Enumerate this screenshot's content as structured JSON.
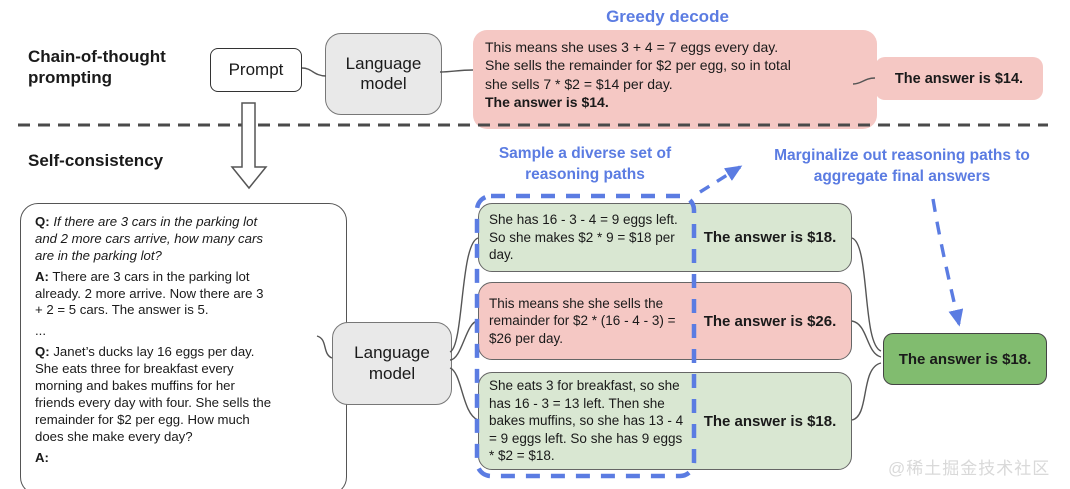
{
  "colors": {
    "blue": "#5b7ce2",
    "pink": "#f5c8c4",
    "green-light": "#d9e7d2",
    "green-dark": "#81bc6f",
    "gray-box": "#e9e9e9",
    "line": "#555555",
    "text": "#1a1a1a",
    "watermark": "#d9d9d9"
  },
  "top": {
    "section_label": "Chain-of-thought prompting",
    "prompt_box_label": "Prompt",
    "language_model_label": "Language model",
    "decode_label": "Greedy decode",
    "output_box": {
      "body": "This means she uses 3 + 4 = 7 eggs every day. She sells the remainder for $2 per egg, so in total she sells 7 * $2 = $14 per day.",
      "answer_sentence": "The answer is $14."
    },
    "answer_box_label": "The answer is $14."
  },
  "bottom": {
    "section_label": "Self-consistency",
    "prompt_box": {
      "q1_label": "Q:",
      "q1_text": "If there are 3 cars in the parking lot and 2 more cars arrive, how many cars are in the parking lot?",
      "a1_label": "A:",
      "a1_text": "There are 3 cars in the parking lot already. 2 more arrive. Now there are 3 + 2 = 5 cars. The answer is 5.",
      "ellipsis": "...",
      "q2_label": "Q:",
      "q2_text": "Janet’s ducks lay 16 eggs per day. She eats three for breakfast every morning and bakes muffins for her friends every day with four. She sells the remainder for $2 per egg. How much does she make every day?",
      "a2_label": "A:"
    },
    "language_model_label": "Language model",
    "sample_label": "Sample a diverse set of reasoning paths",
    "marginalize_label": "Marginalize out reasoning paths to aggregate final answers",
    "paths": [
      {
        "tone": "green",
        "reasoning": "She has 16 - 3 - 4 = 9 eggs left. So she makes $2 * 9 = $18 per day.",
        "answer": "The answer is $18."
      },
      {
        "tone": "pink",
        "reasoning": "This means she she sells the remainder for $2 * (16 - 4 - 3) = $26 per day.",
        "answer": "The answer is $26."
      },
      {
        "tone": "green",
        "reasoning": "She eats 3 for breakfast, so she has 16 - 3 = 13 left. Then she bakes muffins, so she has 13 - 4 = 9 eggs left. So she has 9 eggs * $2 = $18.",
        "answer": "The answer is $18."
      }
    ],
    "final_answer_label": "The answer is $18."
  },
  "watermark": "@稀土掘金技术社区"
}
